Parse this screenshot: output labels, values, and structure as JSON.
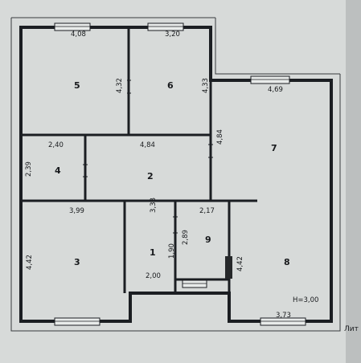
{
  "rooms": [
    {
      "id": "1",
      "label": "1"
    },
    {
      "id": "2",
      "label": "2"
    },
    {
      "id": "3",
      "label": "3"
    },
    {
      "id": "4",
      "label": "4"
    },
    {
      "id": "5",
      "label": "5"
    },
    {
      "id": "6",
      "label": "6"
    },
    {
      "id": "7",
      "label": "7"
    },
    {
      "id": "8",
      "label": "8"
    },
    {
      "id": "9",
      "label": "9"
    }
  ],
  "dimensions": {
    "r5_width": "4,08",
    "r6_width": "3,20",
    "r5_height": "4,32",
    "r6_height": "4,33",
    "r7_width": "4,69",
    "r4_width": "2,40",
    "r2_width": "4,84",
    "r7_height": "4,84",
    "r4_height": "2,39",
    "r3_width": "3,99",
    "r2_height": "3,38",
    "r9_width": "2,17",
    "r3_height": "4,42",
    "r1_height": "1,90",
    "r9_height": "2,89",
    "r8_height": "4,42",
    "r1_width": "2,00",
    "ceiling_height": "H=3,00",
    "r8_width": "3,73"
  },
  "side_text": "Лит"
}
